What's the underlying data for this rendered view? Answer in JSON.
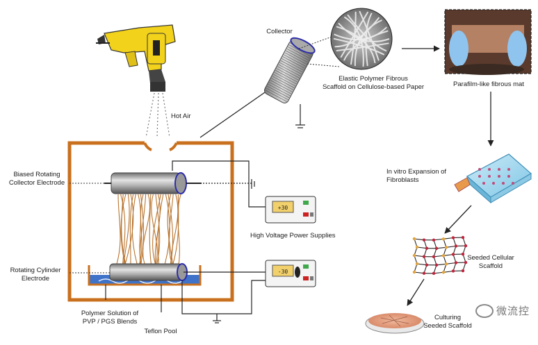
{
  "labels": {
    "collector": "Collector",
    "elastic_scaffold": "Elastic Polymer Fibrous\nScaffold on Cellulose-based Paper",
    "parafilm_mat": "Parafilm-like fibrous mat",
    "hot_air": "Hot Air",
    "biased_rotating": "Biased Rotating\nCollector Electrode",
    "high_voltage": "High Voltage Power Supplies",
    "rotating_cylinder": "Rotating Cylinder\nElectrode",
    "polymer_solution": "Polymer Solution of\nPVP / PGS Blends",
    "teflon_pool": "Teflon Pool",
    "in_vitro": "In vitro Expansion of\nFibroblasts",
    "seeded_cellular": "Seeded Cellular\nScaffold",
    "culturing": "Culturing\nSeeded Scaffold"
  },
  "power_supplies": {
    "top_display": "+30",
    "bottom_display": "-30"
  },
  "watermark": "微流控",
  "colors": {
    "chamber": "#c8701e",
    "pool": "#3f73c9",
    "drill_yellow": "#f2d21b",
    "fiber": "#b8742e",
    "cylinder": "#9a9a9a"
  }
}
